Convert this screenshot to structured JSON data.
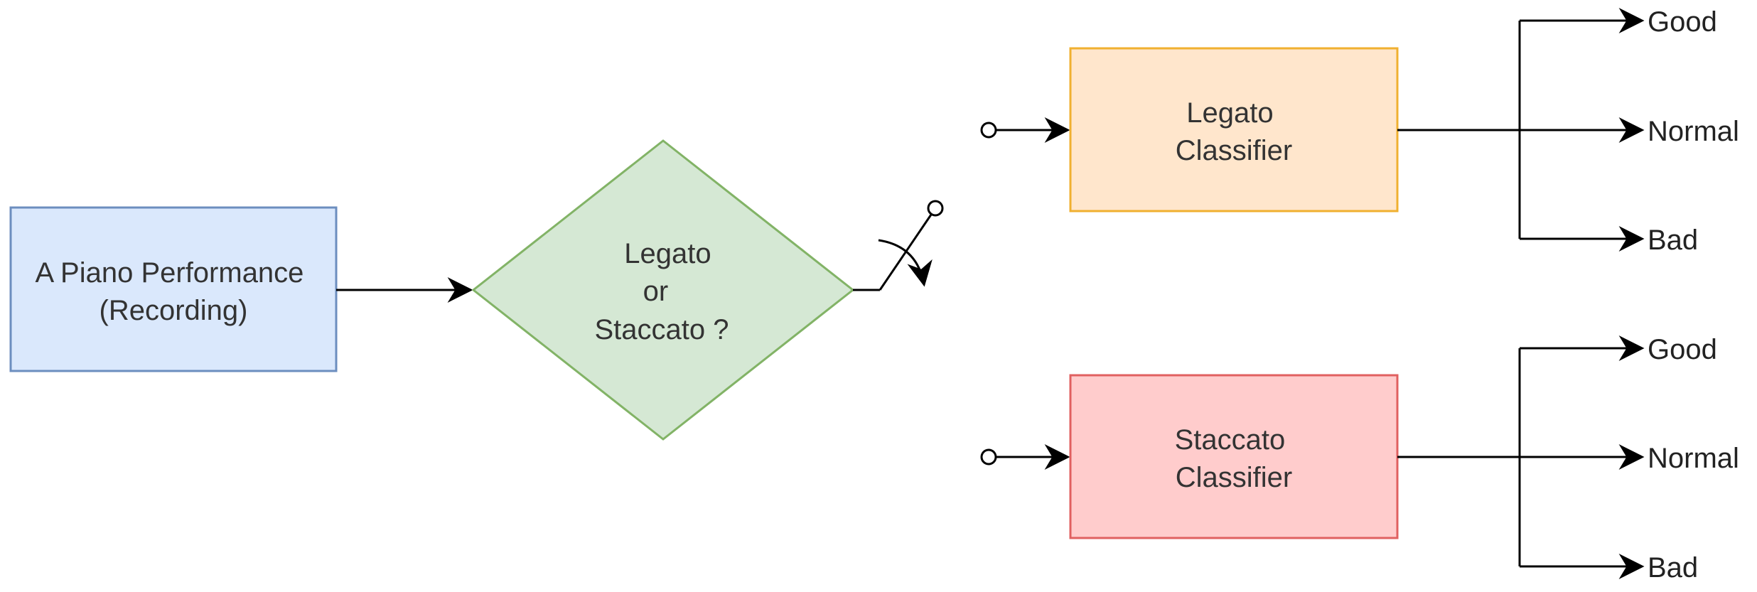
{
  "input_node": {
    "lines": [
      "A Piano Performance",
      "(Recording)"
    ],
    "fill": "#dae8fc",
    "stroke": "#6c8ebf"
  },
  "decision_node": {
    "lines": [
      "Legato",
      "or",
      "Staccato ?"
    ],
    "fill": "#d5e8d4",
    "stroke": "#82b366"
  },
  "legato_classifier": {
    "lines": [
      "Legato",
      "Classifier"
    ],
    "fill": "#ffe6cc",
    "stroke": "#f0b030",
    "outputs": [
      "Good",
      "Normal",
      "Bad"
    ]
  },
  "staccato_classifier": {
    "lines": [
      "Staccato",
      "Classifier"
    ],
    "fill": "#ffcccc",
    "stroke": "#e06060",
    "outputs": [
      "Good",
      "Normal",
      "Bad"
    ]
  }
}
